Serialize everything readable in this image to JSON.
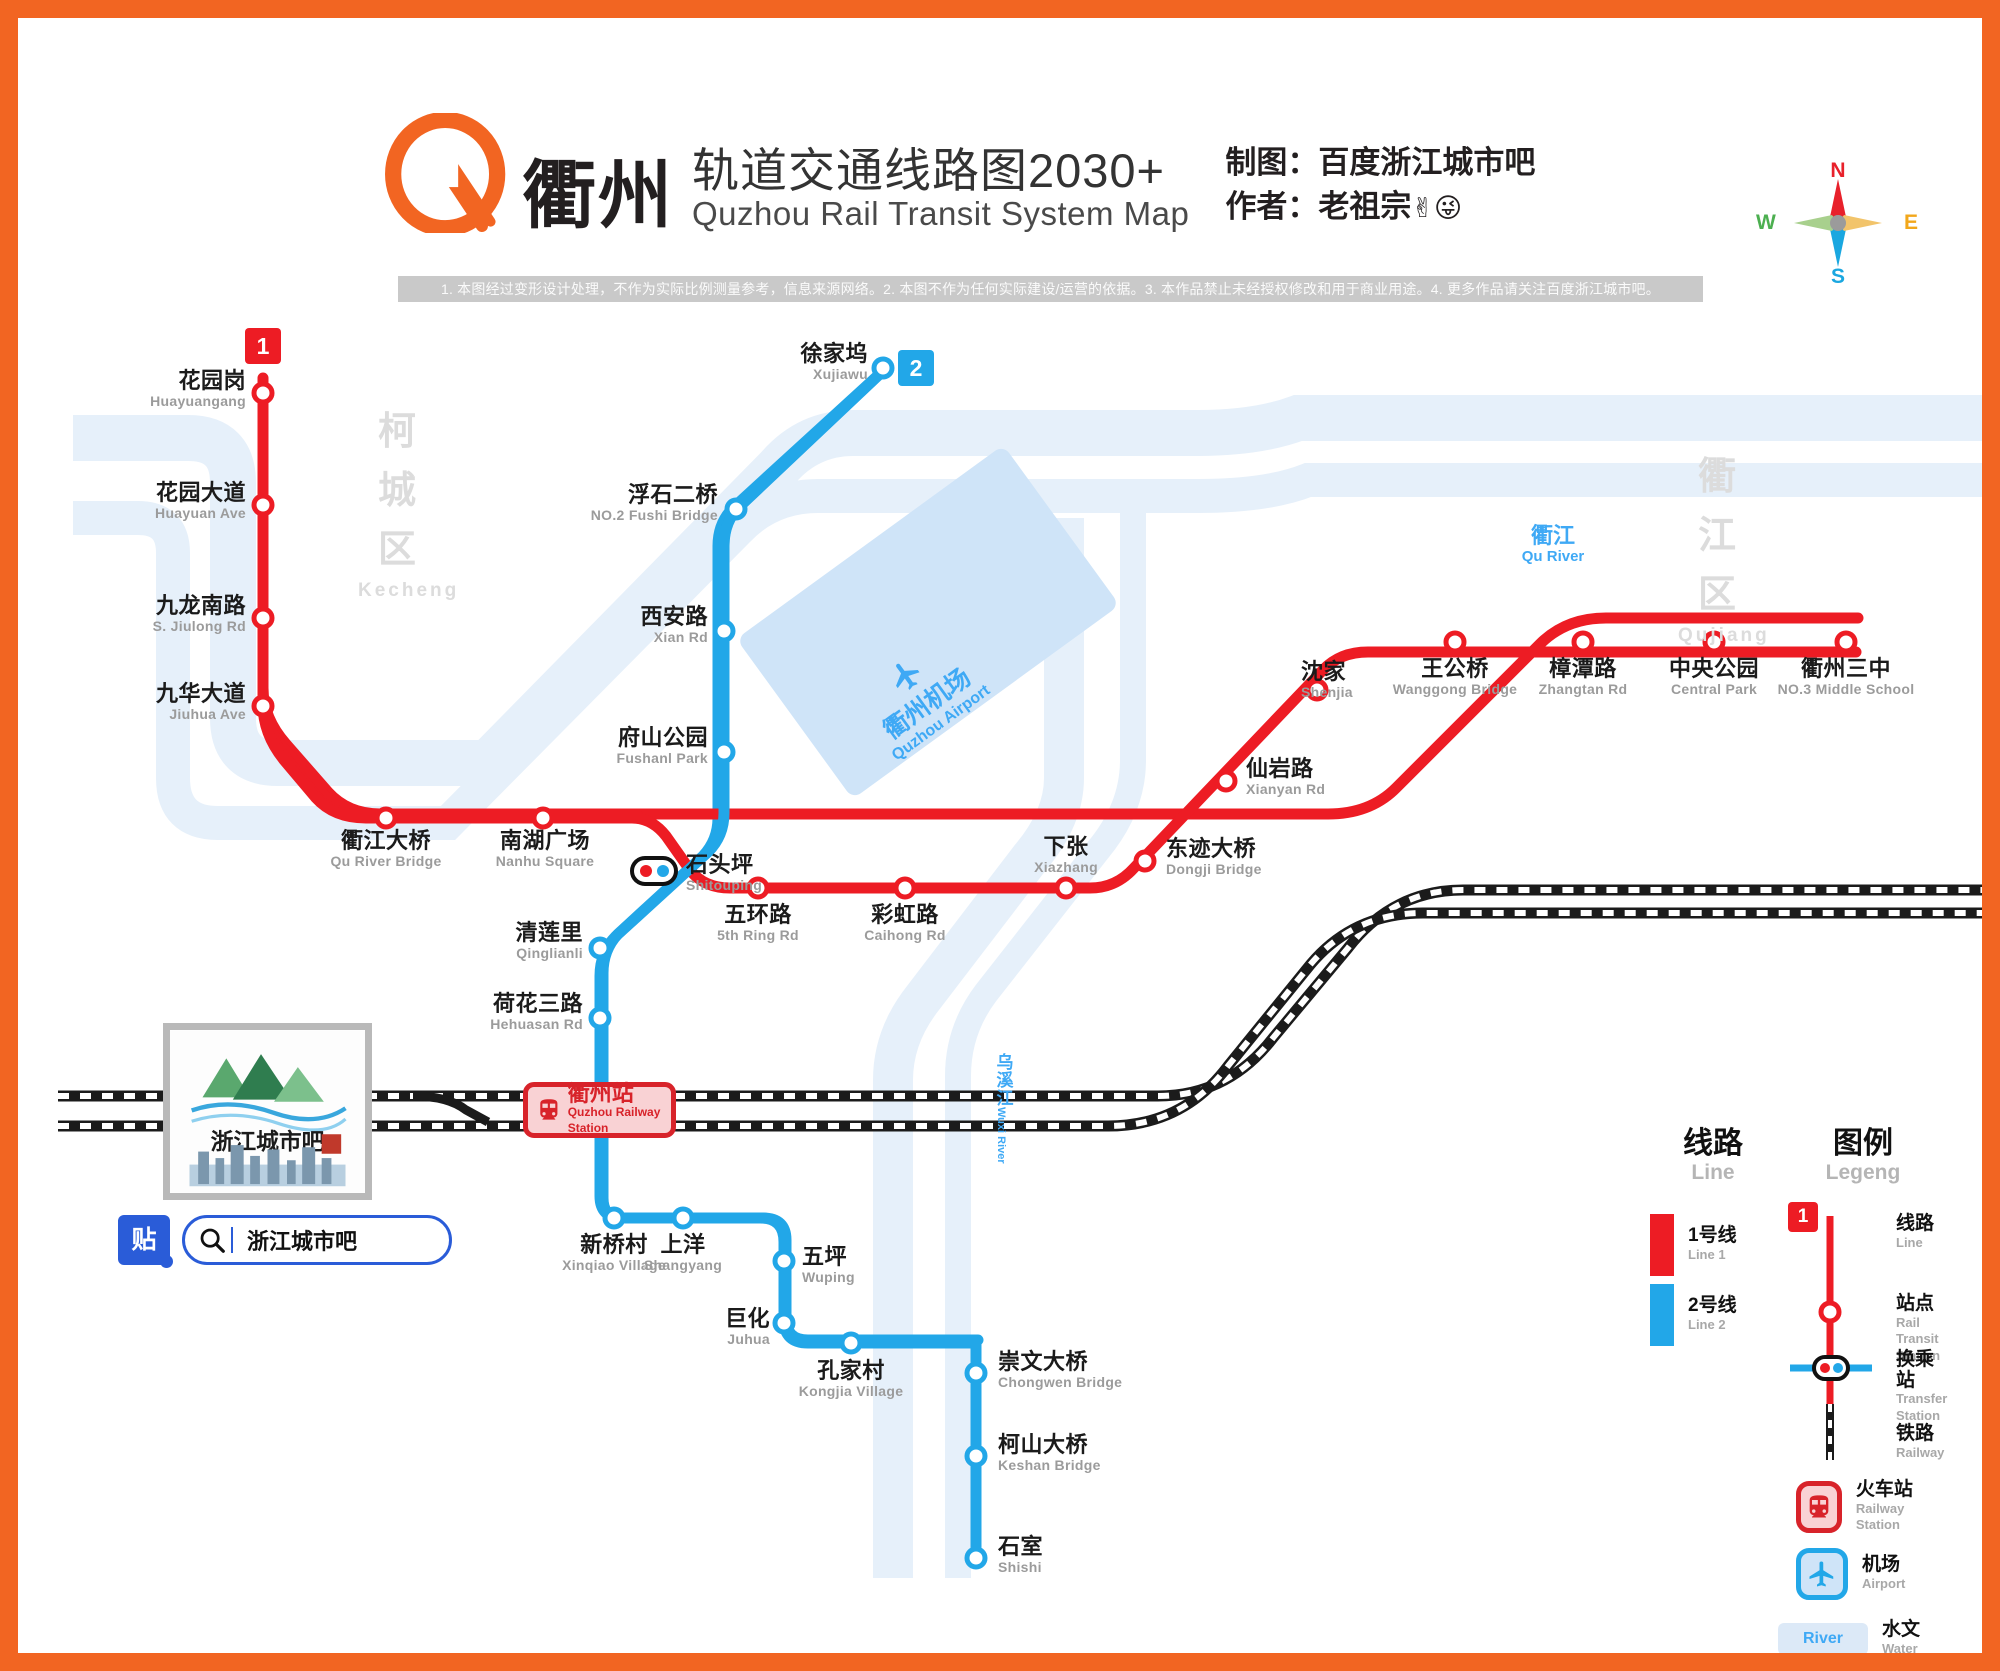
{
  "header": {
    "city_cn": "衢州",
    "title_cn": "轨道交通线路图2030+",
    "title_en": "Quzhou Rail Transit System Map",
    "credit_cartographer": "制图：百度浙江城市吧",
    "credit_author": "作者：老祖宗",
    "author_emoji": "✌😜",
    "disclaimer": "1. 本图经过变形设计处理，不作为实际比例测量参考，信息来源网络。2. 本图不作为任何实际建设/运营的依据。3. 本作品禁止未经授权修改和用于商业用途。4. 更多作品请关注百度浙江城市吧。"
  },
  "compass": {
    "n": "N",
    "s": "S",
    "w": "W",
    "e": "E"
  },
  "colors": {
    "line1": "#ED1C24",
    "line2": "#22A7E8",
    "river": "#DCE9F7",
    "airport": "#CFE4F8",
    "border": "#F26522",
    "station_red": "#D8232A"
  },
  "lines": [
    {
      "id": "1",
      "badge": "1",
      "name_cn": "1号线",
      "name_en": "Line 1",
      "color": "#ED1C24"
    },
    {
      "id": "2",
      "badge": "2",
      "name_cn": "2号线",
      "name_en": "Line 2",
      "color": "#22A7E8"
    }
  ],
  "line1_stations": [
    {
      "cn": "花园岗",
      "en": "Huayuangang"
    },
    {
      "cn": "花园大道",
      "en": "Huayuan Ave"
    },
    {
      "cn": "九龙南路",
      "en": "S. Jiulong Rd"
    },
    {
      "cn": "九华大道",
      "en": "Jiuhua Ave"
    },
    {
      "cn": "衢江大桥",
      "en": "Qu River Bridge"
    },
    {
      "cn": "南湖广场",
      "en": "Nanhu Square"
    },
    {
      "cn": "石头坪",
      "en": "Shitouping"
    },
    {
      "cn": "五环路",
      "en": "5th Ring Rd"
    },
    {
      "cn": "彩虹路",
      "en": "Caihong Rd"
    },
    {
      "cn": "下张",
      "en": "Xiazhang"
    },
    {
      "cn": "东迹大桥",
      "en": "Dongji Bridge"
    },
    {
      "cn": "仙岩路",
      "en": "Xianyan Rd"
    },
    {
      "cn": "沈家",
      "en": "Shenjia"
    },
    {
      "cn": "王公桥",
      "en": "Wanggong Bridge"
    },
    {
      "cn": "樟潭路",
      "en": "Zhangtan Rd"
    },
    {
      "cn": "中央公园",
      "en": "Central Park"
    },
    {
      "cn": "衢州三中",
      "en": "NO.3 Middle School"
    }
  ],
  "line2_stations": [
    {
      "cn": "徐家坞",
      "en": "Xujiawu"
    },
    {
      "cn": "浮石二桥",
      "en": "NO.2 Fushi Bridge"
    },
    {
      "cn": "西安路",
      "en": "Xian Rd"
    },
    {
      "cn": "府山公园",
      "en": "Fushanl Park"
    },
    {
      "cn": "石头坪",
      "en": "Shitouping"
    },
    {
      "cn": "清莲里",
      "en": "Qinglianli"
    },
    {
      "cn": "荷花三路",
      "en": "Hehuasan Rd"
    },
    {
      "cn": "衢州站",
      "en": "Quzhou Railway Station"
    },
    {
      "cn": "新桥村",
      "en": "Xinqiao Village"
    },
    {
      "cn": "上洋",
      "en": "Shangyang"
    },
    {
      "cn": "五坪",
      "en": "Wuping"
    },
    {
      "cn": "巨化",
      "en": "Juhua"
    },
    {
      "cn": "孔家村",
      "en": "Kongjia Village"
    },
    {
      "cn": "崇文大桥",
      "en": "Chongwen Bridge"
    },
    {
      "cn": "柯山大桥",
      "en": "Keshan Bridge"
    },
    {
      "cn": "石室",
      "en": "Shishi"
    }
  ],
  "railway_station": {
    "cn": "衢州站",
    "en": "Quzhou Railway Station"
  },
  "districts": [
    {
      "cn": "柯城区",
      "en": "Kecheng"
    },
    {
      "cn": "衢江区",
      "en": "Qujiang"
    }
  ],
  "rivers": [
    {
      "cn": "衢江",
      "en": "Qu River"
    },
    {
      "cn": "乌溪江",
      "en": "Wuxi River"
    }
  ],
  "airport": {
    "cn": "衢州机场",
    "en": "Quzhou Airport"
  },
  "legend": {
    "line_head_cn": "线路",
    "line_head_en": "Line",
    "legend_head_cn": "图例",
    "legend_head_en": "Legeng",
    "badge_sample": "1",
    "items": [
      {
        "cn": "线路",
        "en": "Line"
      },
      {
        "cn": "站点",
        "en": "Rail Transit Station"
      },
      {
        "cn": "换乘站",
        "en": "Transfer Station"
      },
      {
        "cn": "铁路",
        "en": "Railway"
      },
      {
        "cn": "火车站",
        "en": "Railway Station"
      },
      {
        "cn": "机场",
        "en": "Airport"
      },
      {
        "cn": "水文",
        "en": "Water"
      }
    ],
    "river_chip": "River"
  },
  "footer": {
    "tieba": "贴",
    "search_text": "浙江城市吧"
  }
}
